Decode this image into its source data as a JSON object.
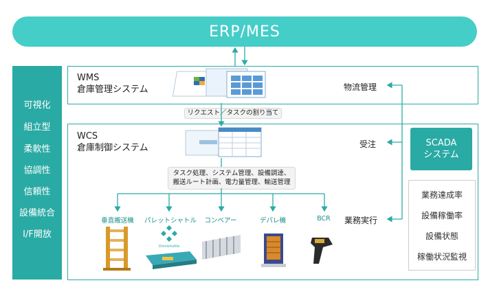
{
  "erp": "ERP/MES",
  "sidebar": [
    "可視化",
    "組立型",
    "柔軟性",
    "協調性",
    "信頼性",
    "設備統合",
    "I/F開放"
  ],
  "wms": {
    "title1": "WMS",
    "title2": "倉庫管理システム"
  },
  "request_label": "リクエスト／タスクの割り当て",
  "wcs": {
    "title1": "WCS",
    "title2": "倉庫制御システム"
  },
  "wcs_tasks": {
    "line1": "タスク処理、システム管理、設備調達、",
    "line2": "搬送ルート計画、電力量管理、輸送管理"
  },
  "right_labels": {
    "logistics": "物流管理",
    "order": "受注",
    "execution": "業務実行"
  },
  "scada": {
    "line1": "SCADA",
    "line2": "システム"
  },
  "kpis": [
    "業務達成率",
    "設備稼働率",
    "設備状態",
    "稼働状況監視"
  ],
  "equipment": [
    "垂直搬送機",
    "パレットシャトル",
    "コンベアー",
    "デパレ機",
    "BCR"
  ],
  "shuttle_logo": "Omnishuttle",
  "colors": {
    "teal": "#2aaaa4",
    "teal_light": "#45cdc8",
    "orange": "#d89a2a",
    "blue": "#2f6fb3"
  }
}
